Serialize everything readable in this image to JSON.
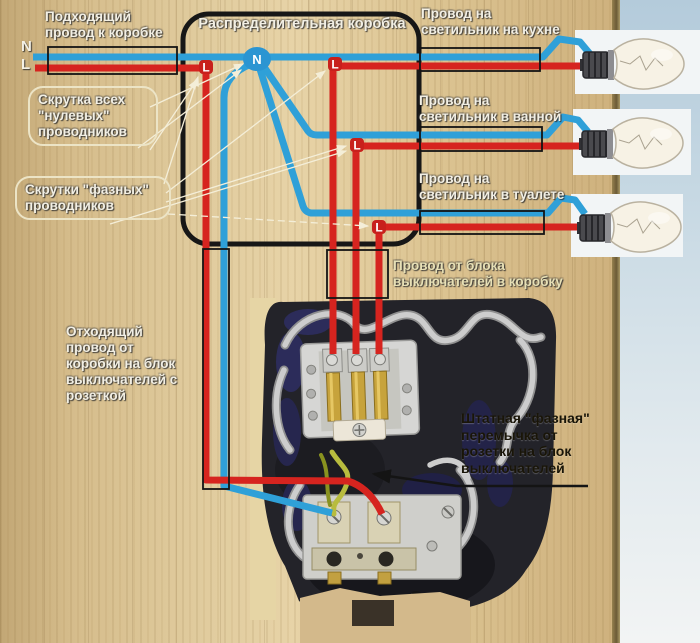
{
  "labels": {
    "incoming": "Подходящий\nпровод к коробке",
    "box_title": "Распределительная коробка",
    "kitchen": "Провод на\nсветильник на кухне",
    "bathroom": "Провод на\nсветильник в ванной",
    "toilet": "Провод на\nсветильник в туалете",
    "from_switch_block": "Провод от блока\nвыключателей в коробку",
    "neutral_twist": "Скрутка всех\n\"нулевых\"\nпроводников",
    "phase_twists": "Скрутки \"фазных\"\nпроводников",
    "outgoing": "Отходящий\nпровод от\nкоробки на блок\nвыключателей с\nрозеткой",
    "jumper": "Штатная \"фазная\"\nперемычка от\nрозетки на блок\nвыключателей"
  },
  "nodes": {
    "neutral": "N",
    "phase": "L"
  },
  "colors": {
    "phase_wire": "#d6241f",
    "neutral_wire": "#2fa0d8",
    "annotation_outline": "#141414",
    "callout_outline": "#ece4c6",
    "label_white": "#f2efe4",
    "label_beige": "#e7e0b6",
    "label_black": "#191508",
    "ground_wire": "#b8bc3e"
  }
}
